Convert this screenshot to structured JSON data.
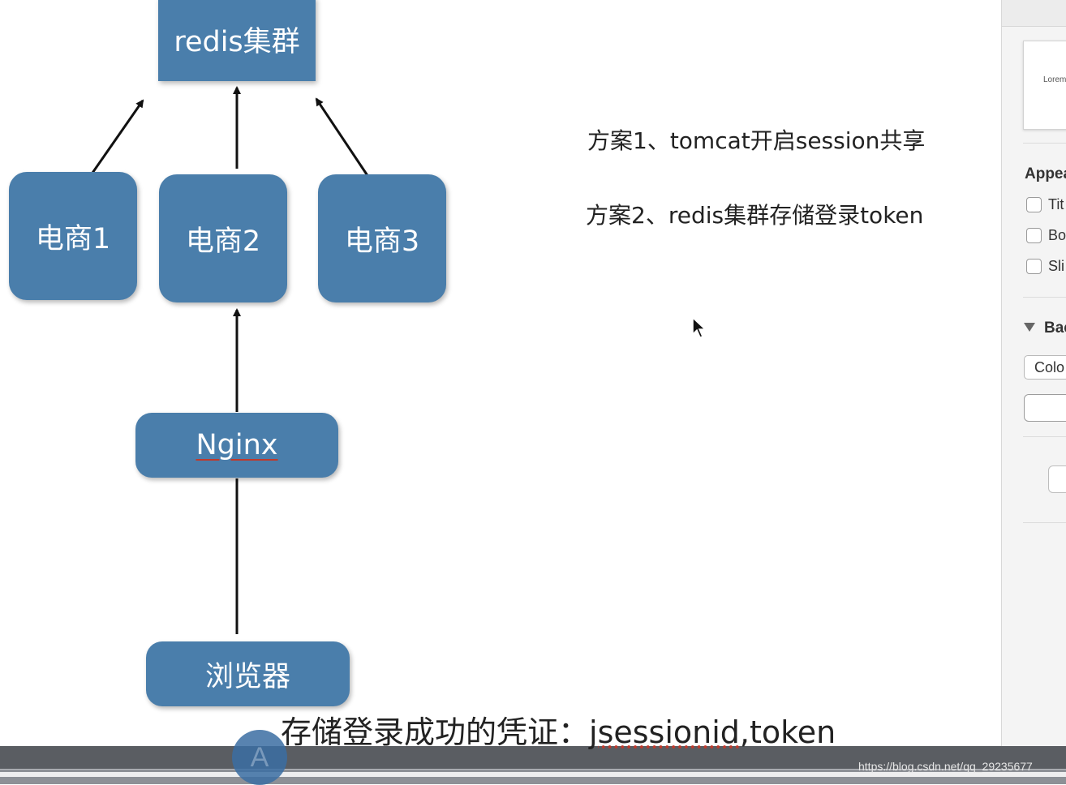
{
  "diagram": {
    "nodes": {
      "redis": "redis集群",
      "shop1": "电商1",
      "shop2": "电商2",
      "shop3": "电商3",
      "nginx": "Nginx",
      "browser": "浏览器"
    },
    "notes": {
      "plan1": "方案1、tomcat开启session共享",
      "plan2": "方案2、redis集群存储登录token"
    },
    "colors": {
      "node_fill": "#4a7eab",
      "arrow": "#111111"
    }
  },
  "caption": {
    "prefix": "存储登录成功的凭证：",
    "emphasis": "jsessionid",
    "suffix": ",token"
  },
  "inspector": {
    "thumbnail_text": "Lorem",
    "appearance_header": "Appea",
    "checkboxes": [
      "Tit",
      "Bo",
      "Sli"
    ],
    "background_header": "Bac",
    "select_value": "Colo"
  },
  "player": {
    "avatar_letter": "A",
    "watermark": "https://blog.csdn.net/qq_29235677"
  }
}
